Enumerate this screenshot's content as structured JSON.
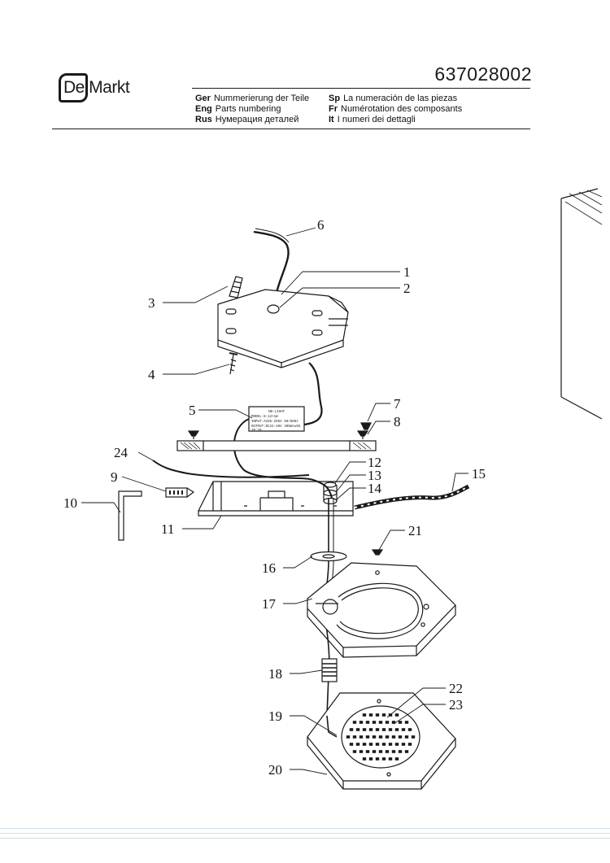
{
  "header": {
    "brand": "De Markt",
    "part_number": "637028002",
    "languages_left": [
      {
        "code": "Ger",
        "text": "Nummerierung der Teile"
      },
      {
        "code": "Eng",
        "text": "Parts numbering"
      },
      {
        "code": "Rus",
        "text": "Нумерация деталей"
      }
    ],
    "languages_right": [
      {
        "code": "Sp",
        "text": "La numeración de las piezas"
      },
      {
        "code": "Fr",
        "text": "Numérotation des composants"
      },
      {
        "code": "It",
        "text": "I numeri dei dettagli"
      }
    ]
  },
  "driver_label": {
    "line1": "HB-LIGHT",
    "line2": "MODEL:8-12×1W",
    "line3": "INPUT:AC85-265V 50/60Hz",
    "line4": "OUTPUT:DC24-48V 300mA±5%",
    "line5": "IP:20"
  },
  "callouts": [
    "1",
    "2",
    "3",
    "4",
    "5",
    "6",
    "7",
    "8",
    "9",
    "10",
    "11",
    "12",
    "13",
    "14",
    "15",
    "16",
    "17",
    "18",
    "19",
    "20",
    "21",
    "22",
    "23",
    "24"
  ]
}
